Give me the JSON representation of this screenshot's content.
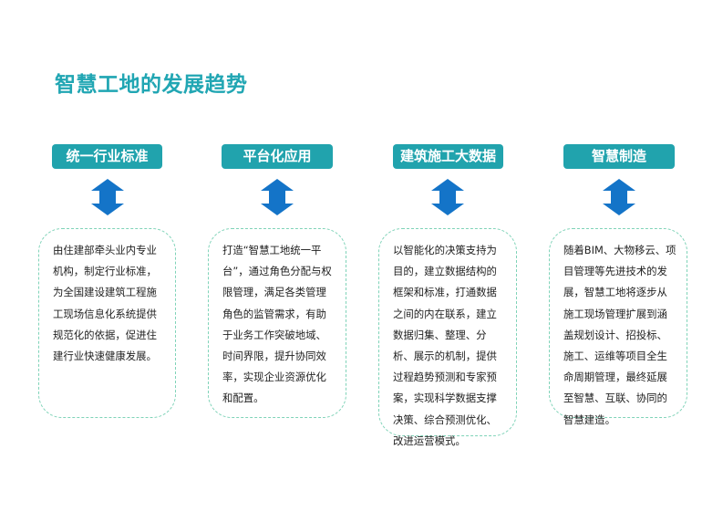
{
  "page": {
    "title": "智慧工地的发展趋势"
  },
  "colors": {
    "title": "#21a6b3",
    "header_bg": "#21a3ad",
    "header_text": "#ffffff",
    "arrow": "#1474c8",
    "card_border": "#7fd3b8",
    "body_text": "#222222"
  },
  "columns": [
    {
      "header": "统一行业标准",
      "icon": "double-arrow-vertical-icon",
      "body": "由住建部牵头业内专业机构，制定行业标准，为全国建设建筑工程施工现场信息化系统提供规范化的依据，促进住建行业快速健康发展。"
    },
    {
      "header": "平台化应用",
      "icon": "double-arrow-vertical-icon",
      "body": "打造“智慧工地统一平台”，通过角色分配与权限管理，满足各类管理角色的监管需求，有助于业务工作突破地域、时间界限，提升协同效率，实现企业资源优化和配置。"
    },
    {
      "header": "建筑施工大数据",
      "icon": "double-arrow-vertical-icon",
      "body": "以智能化的决策支持为目的，建立数据结构的框架和标准，打通数据之间的内在联系，建立数据归集、整理、分析、展示的机制，提供过程趋势预测和专家预案，实现科学数据支撑决策、综合预测优化、改进运营模式。"
    },
    {
      "header": "智慧制造",
      "icon": "double-arrow-vertical-icon",
      "body": "随着BIM、大物移云、项目管理等先进技术的发展，智慧工地将逐步从施工现场管理扩展到涵盖规划设计、招投标、施工、运维等项目全生命周期管理，最终延展至智慧、互联、协同的智慧建造。"
    }
  ]
}
